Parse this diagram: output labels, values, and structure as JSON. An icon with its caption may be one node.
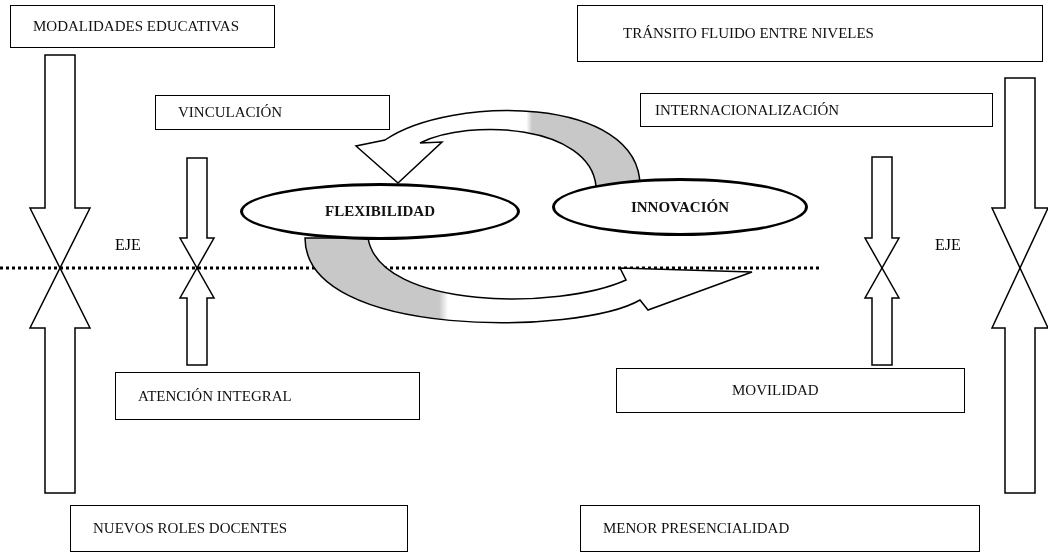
{
  "diagram": {
    "nodes": [
      {
        "text": [
          "MODALIDADES EDUCATIVAS"
        ]
      },
      {
        "text": [
          "TRÁNSITO FLUIDO ENTRE NIVELES"
        ]
      },
      {
        "text": [
          "VINCULACIÓN"
        ]
      },
      {
        "text": [
          "INTERNACIONALIZACIÓN"
        ]
      },
      {
        "text": [
          "FLEXIBILIDAD"
        ]
      },
      {
        "text": [
          "INNOVACIÓN"
        ]
      },
      {
        "text": [
          "ATENCIÓN INTEGRAL"
        ]
      },
      {
        "text": [
          "MOVILIDAD"
        ]
      },
      {
        "text": [
          "NUEVOS ROLES DOCENTES"
        ]
      },
      {
        "text": [
          "MENOR PRESENCIALIDAD"
        ]
      }
    ],
    "edges": [
      {
        "from": 0,
        "to": null,
        "arrow": "to"
      },
      {
        "from": 8,
        "to": null,
        "arrow": "to"
      },
      {
        "from": 2,
        "to": null,
        "arrow": "to"
      },
      {
        "from": 6,
        "to": null,
        "arrow": "to"
      },
      {
        "from": 3,
        "to": null,
        "arrow": "to"
      },
      {
        "from": 7,
        "to": null,
        "arrow": "to"
      },
      {
        "from": 1,
        "to": null,
        "arrow": "to"
      },
      {
        "from": 9,
        "to": null,
        "arrow": "to"
      },
      {
        "from": 5,
        "to": 4,
        "arrow": "to"
      },
      {
        "from": 4,
        "to": 5,
        "arrow": "to"
      }
    ],
    "labels": [
      "EJE",
      "EJE"
    ]
  }
}
